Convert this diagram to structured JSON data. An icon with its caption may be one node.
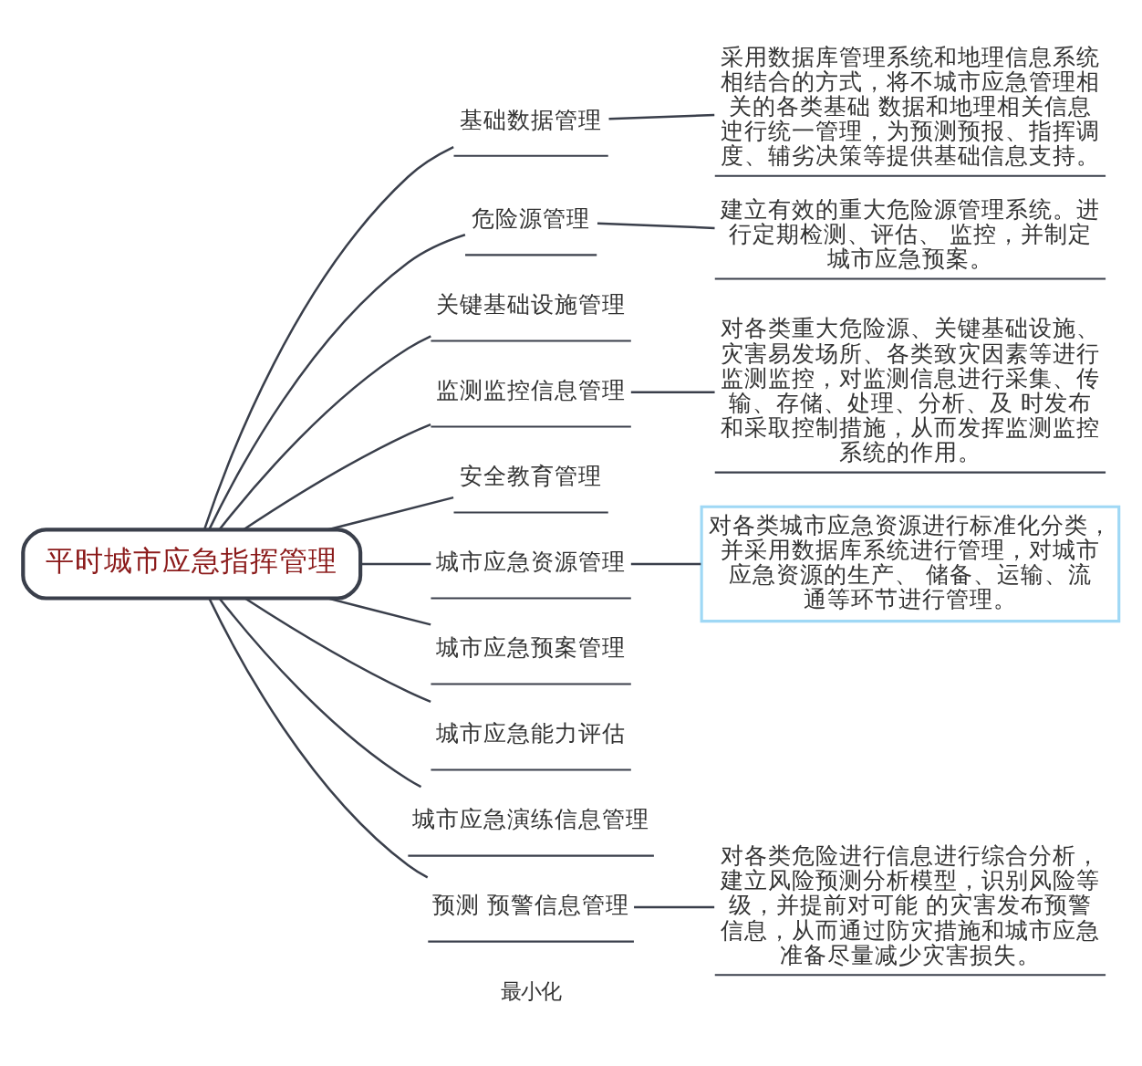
{
  "diagram": {
    "nodes": [
      {
        "text": [
          "平时城市应急指挥管理"
        ]
      },
      {
        "text": [
          "基础数据管理"
        ]
      },
      {
        "text": [
          "采用数据库管理系统和地理信息系统相结合的方式，将不城市应急管理相关的各类基础 数据和地理相关信息迚行统一管理，为预测预报、指挥调度、辅劣决策等提供基础信息支持。"
        ]
      },
      {
        "text": [
          "危险源管理"
        ]
      },
      {
        "text": [
          "建立有效的重大危险源管理系统。进行定期检测、评估、 监控，并制定城市应急预案。"
        ]
      },
      {
        "text": [
          "关键基础设施管理"
        ]
      },
      {
        "text": [
          "监测监控信息管理"
        ]
      },
      {
        "text": [
          "对各类重大危险源、关键基础设施、灾害易发场所、各类致灾因素等进行监测监控，对监测信息进行采集、传输、存储、处理、分析、及 时发布和采取控制措施，从而发挥监测监控系统的作用。"
        ]
      },
      {
        "text": [
          "安全教育管理"
        ]
      },
      {
        "text": [
          "城市应急资源管理"
        ]
      },
      {
        "text": [
          "对各类城市应急资源进行标准化分类，并采用数据库系统进行管理，对城市应急资源的生产、 储备、运输、流通等环节进行管理。"
        ]
      },
      {
        "text": [
          "城市应急预案管理"
        ]
      },
      {
        "text": [
          "城市应急能力评估"
        ]
      },
      {
        "text": [
          "城市应急演练信息管理"
        ]
      },
      {
        "text": [
          "预测 预警信息管理"
        ]
      },
      {
        "text": [
          "对各类危险进行信息进行综合分析，建立风险预测分析模型，识别风险等级，并提前对可能 的灾害发布预警信息，从而通过防灾措施和城市应急准备尽量减少灾害损失。"
        ]
      }
    ],
    "edges": [
      {
        "from": 0,
        "to": 1,
        "arrow": "none"
      },
      {
        "from": 1,
        "to": 2,
        "arrow": "none"
      },
      {
        "from": 0,
        "to": 3,
        "arrow": "none"
      },
      {
        "from": 3,
        "to": 4,
        "arrow": "none"
      },
      {
        "from": 0,
        "to": 5,
        "arrow": "none"
      },
      {
        "from": 0,
        "to": 6,
        "arrow": "none"
      },
      {
        "from": 6,
        "to": 7,
        "arrow": "none"
      },
      {
        "from": 0,
        "to": 8,
        "arrow": "none"
      },
      {
        "from": 0,
        "to": 9,
        "arrow": "none"
      },
      {
        "from": 9,
        "to": 10,
        "arrow": "none"
      },
      {
        "from": 0,
        "to": 11,
        "arrow": "none"
      },
      {
        "from": 0,
        "to": 12,
        "arrow": "none"
      },
      {
        "from": 0,
        "to": 13,
        "arrow": "none"
      },
      {
        "from": 0,
        "to": 14,
        "arrow": "none"
      },
      {
        "from": 14,
        "to": 15,
        "arrow": "none"
      }
    ],
    "labels": [
      "最小化"
    ]
  }
}
